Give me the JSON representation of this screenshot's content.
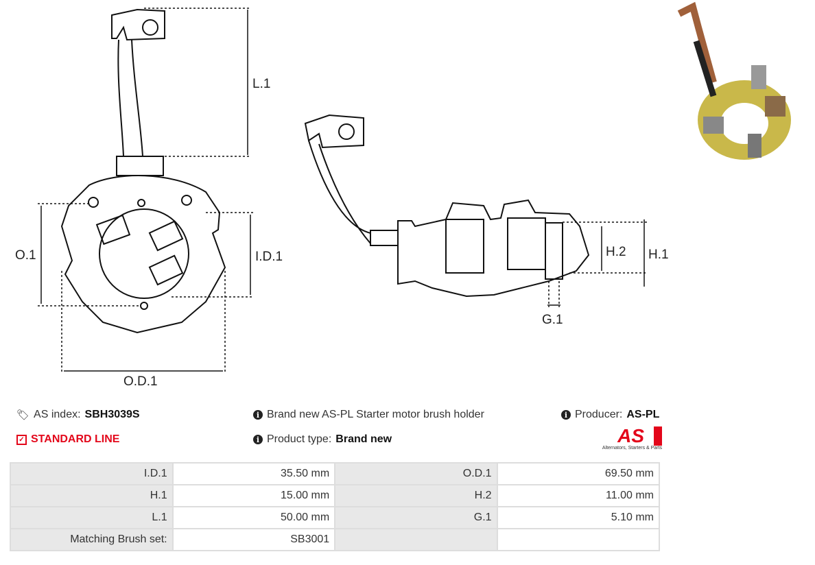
{
  "diagram": {
    "labels": {
      "l1": "L.1",
      "o1": "O.1",
      "id1": "I.D.1",
      "od1": "O.D.1",
      "h2": "H.2",
      "h1": "H.1",
      "g1": "G.1"
    }
  },
  "info": {
    "as_index_label": "AS index:",
    "as_index_value": "SBH3039S",
    "line": "STANDARD LINE",
    "description": "Brand new AS-PL Starter motor brush holder",
    "product_type_label": "Product type:",
    "product_type_value": "Brand new",
    "producer_label": "Producer:",
    "producer_value": "AS-PL"
  },
  "logo": {
    "text": "AS",
    "tagline": "Alternators, Starters & Parts",
    "color": "#e3061a"
  },
  "table": {
    "rows": [
      {
        "l1": "I.D.1",
        "v1": "35.50 mm",
        "l2": "O.D.1",
        "v2": "69.50 mm"
      },
      {
        "l1": "H.1",
        "v1": "15.00 mm",
        "l2": "H.2",
        "v2": "11.00 mm"
      },
      {
        "l1": "L.1",
        "v1": "50.00 mm",
        "l2": "G.1",
        "v2": "5.10 mm"
      },
      {
        "l1": "Matching Brush set:",
        "v1": "SB3001",
        "l2": "",
        "v2": ""
      }
    ]
  }
}
